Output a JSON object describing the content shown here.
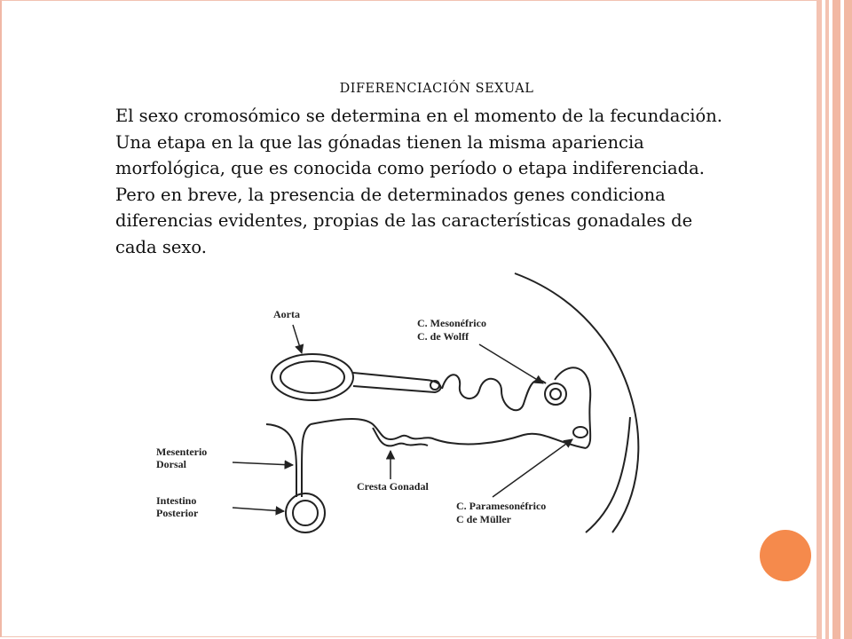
{
  "slide": {
    "heading": "DIFERENCIACIÓN SEXUAL",
    "paragraph": "El sexo cromosómico se determina en el momento de la fecundación. Una etapa en la que las gónadas tienen la misma apariencia morfológica, que es conocida como período o etapa indiferenciada. Pero en breve, la presencia de determinados genes condiciona diferencias evidentes, propias de las características gonadales de cada sexo."
  },
  "figure": {
    "labels": {
      "aorta": "Aorta",
      "mesonefrico_1": "C. Mesonéfrico",
      "mesonefrico_2": "C. de Wolff",
      "mesenterio_1": "Mesenterio",
      "mesenterio_2": "Dorsal",
      "cresta": "Cresta Gonadal",
      "intestino_1": "Intestino",
      "intestino_2": "Posterior",
      "paramesonefrico_1": "C. Paramesonéfrico",
      "paramesonefrico_2": "C de Müller"
    }
  },
  "theme": {
    "accent": "#f58a4c",
    "stripe_color": "#f2b8a3"
  }
}
